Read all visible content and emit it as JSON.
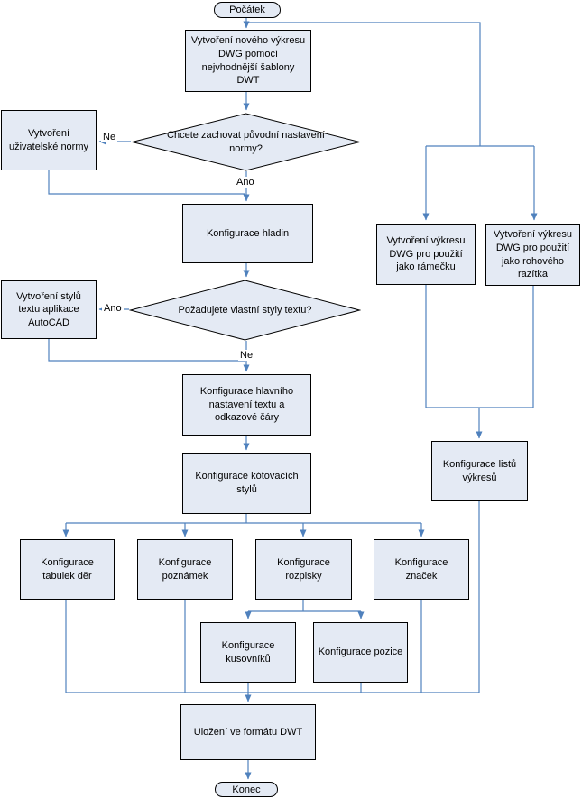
{
  "diagram": {
    "language": "cs",
    "colors": {
      "node_fill": "#e4eaf4",
      "node_border": "#000000",
      "connector": "#4f81bd",
      "bg": "#ffffff"
    },
    "nodes": {
      "start": {
        "type": "terminator",
        "label": "Počátek"
      },
      "create_dwg": {
        "type": "process",
        "label": "Vytvoření nového výkresu DWG pomocí nejvhodnější šablony DWT"
      },
      "decision_norm": {
        "type": "decision",
        "label": "Chcete zachovat původní nastavení normy?"
      },
      "custom_norm": {
        "type": "process",
        "label": "Vytvoření uživatelské normy"
      },
      "layers": {
        "type": "process",
        "label": "Konfigurace hladin"
      },
      "decision_styles": {
        "type": "decision",
        "label": "Požadujete vlastní styly textu?"
      },
      "text_styles": {
        "type": "process",
        "label": "Vytvoření stylů textu aplikace AutoCAD"
      },
      "main_text": {
        "type": "process",
        "label": "Konfigurace hlavního nastavení textu a odkazové čáry"
      },
      "dim_styles": {
        "type": "process",
        "label": "Konfigurace kótovacích stylů"
      },
      "hole_tables": {
        "type": "process",
        "label": "Konfigurace tabulek děr"
      },
      "notes": {
        "type": "process",
        "label": "Konfigurace poznámek"
      },
      "parts_list_cfg": {
        "type": "process",
        "label": "Konfigurace rozpisky"
      },
      "symbols": {
        "type": "process",
        "label": "Konfigurace značek"
      },
      "bom": {
        "type": "process",
        "label": "Konfigurace kusovníků"
      },
      "balloons": {
        "type": "process",
        "label": "Konfigurace pozice"
      },
      "save_dwt": {
        "type": "process",
        "label": "Uložení ve formátu DWT"
      },
      "end": {
        "type": "terminator",
        "label": "Konec"
      },
      "frame_dwg": {
        "type": "process",
        "label": "Vytvoření výkresu DWG pro použití jako rámečku"
      },
      "stamp_dwg": {
        "type": "process",
        "label": "Vytvoření výkresu DWG pro použití jako rohového razítka"
      },
      "sheets": {
        "type": "process",
        "label": "Konfigurace listů výkresů"
      }
    },
    "edge_labels": {
      "norm_no": "Ne",
      "norm_yes": "Ano",
      "styles_yes": "Ano",
      "styles_no": "Ne"
    }
  }
}
